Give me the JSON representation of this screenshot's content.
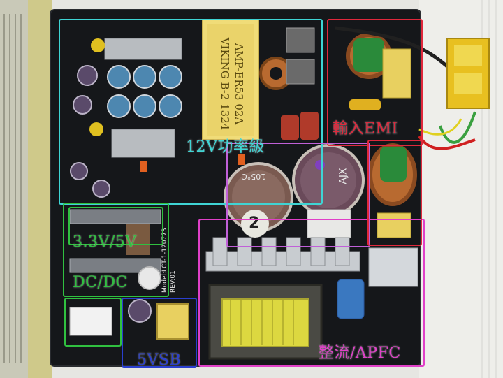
{
  "labels": {
    "power_12v": "12V功率級",
    "input_emi": "輸入EMI",
    "dcdc_voltage": "3.3V/5V",
    "dcdc_type": "DC/DC",
    "standby": "5VSB",
    "pfc": "整流/APFC"
  },
  "markings": {
    "transformer_line1": "AMP-ER53 02A",
    "transformer_line2": "VIKING B-2 1324",
    "model_line1": "Model:LCT-1-120773",
    "model_line2": "REV:01",
    "cap1_text": "105°C",
    "cap2_text": "AJX",
    "cap1_number": "2"
  },
  "colors": {
    "power_12v": "#3fd4d4",
    "input_emi": "#e0283c",
    "dcdc": "#30c040",
    "standby": "#2a3fd0",
    "pfc": "#e040c8",
    "bulk_cap_area": "#c060d8"
  }
}
